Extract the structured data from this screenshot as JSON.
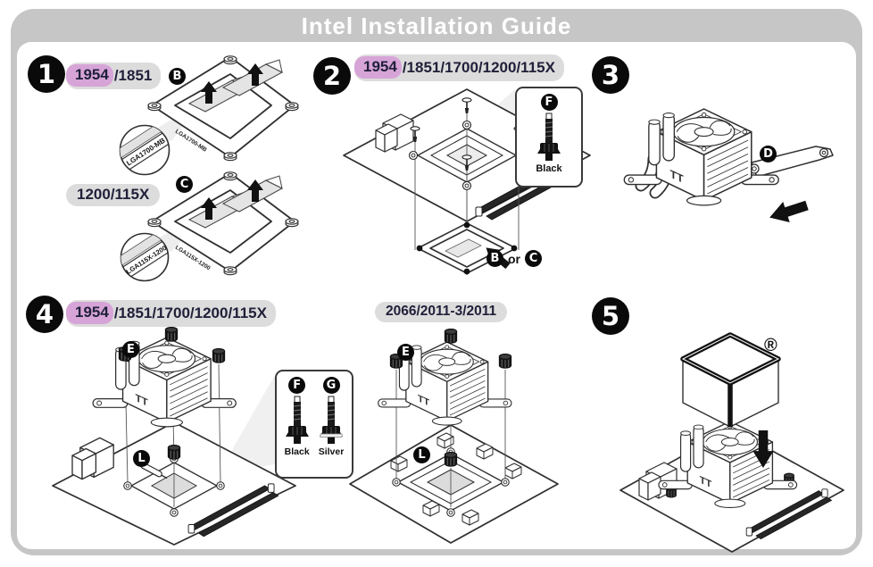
{
  "title": "Intel Installation Guide",
  "colors": {
    "banner_gray": "#c6c6c6",
    "pill_gray": "#dcdcdc",
    "highlight_purple": "#d7a4d7",
    "label_text": "#20203a",
    "line_art": "#2f2f2f"
  },
  "logo_text": "TT",
  "step1": {
    "number": "1",
    "label_a": {
      "highlight": "1954",
      "rest": "/1851"
    },
    "label_b": "1200/115X",
    "badge_b": "B",
    "badge_c": "C",
    "plate_a_text": "LGA1700-MB",
    "plate_b_text": "LGA115X-1200"
  },
  "step2": {
    "number": "2",
    "label": {
      "highlight": "1954",
      "rest": "/1851/1700/1200/115X"
    },
    "screw_box": {
      "badge": "F",
      "color_label": "Black"
    },
    "note": {
      "badge_b": "B",
      "or": "or",
      "badge_c": "C"
    }
  },
  "step3": {
    "number": "3",
    "badge_d": "D"
  },
  "step4": {
    "number": "4",
    "label_a": {
      "highlight": "1954",
      "rest": "/1851/1700/1200/115X"
    },
    "label_b": "2066/2011-3/2011",
    "badge_e": "E",
    "badge_l": "L",
    "screw_box": {
      "badge_f": "F",
      "label_f": "Black",
      "badge_g": "G",
      "label_g": "Silver"
    }
  },
  "step5": {
    "number": "5",
    "registered_mark": "®"
  }
}
